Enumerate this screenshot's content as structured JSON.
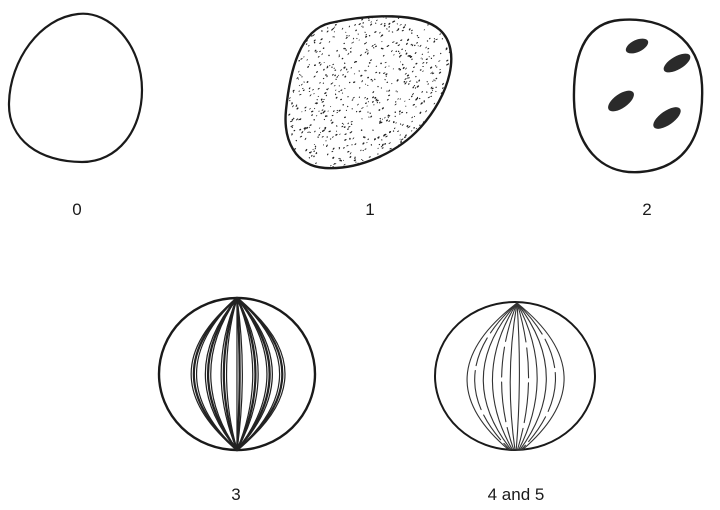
{
  "stages": [
    {
      "label": "0",
      "pattern": "empty-outline"
    },
    {
      "label": "1",
      "pattern": "stippled"
    },
    {
      "label": "2",
      "pattern": "four-dark-spots"
    },
    {
      "label": "3",
      "pattern": "thick-meridional-bands"
    },
    {
      "label": "4 and 5",
      "pattern": "fine-meridional-lines"
    }
  ]
}
